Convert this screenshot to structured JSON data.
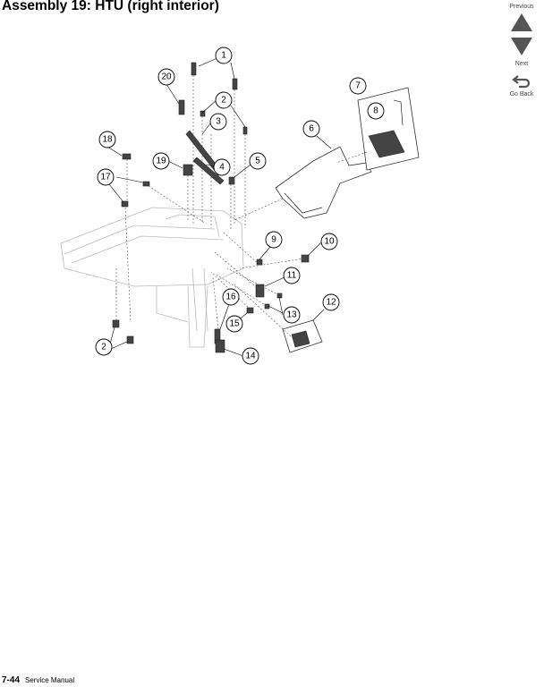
{
  "page": {
    "title": "Assembly 19:  HTU (right interior)",
    "page_number": "7-44",
    "manual_name": "Service Manual"
  },
  "nav": {
    "previous_label": "Previous",
    "next_label": "Next",
    "go_back_label": "Go Back"
  },
  "callouts": [
    "1",
    "2",
    "3",
    "4",
    "5",
    "6",
    "7",
    "8",
    "9",
    "10",
    "11",
    "12",
    "13",
    "14",
    "15",
    "16",
    "17",
    "18",
    "19",
    "20",
    "2"
  ]
}
